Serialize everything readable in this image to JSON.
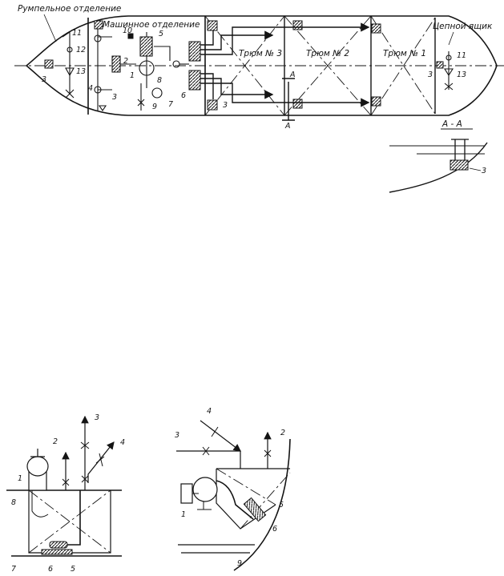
{
  "colors": {
    "ink": "#141414",
    "paper": "#ffffff",
    "hatch": "#3a3a3a"
  },
  "main_plan": {
    "compartments": {
      "steering": "Румпельное отделение",
      "engine": "Машинное отделение",
      "hold3": "Трюм № 3",
      "hold2": "Трюм № 2",
      "hold1": "Трюм № 1",
      "chain_locker": "Цепной ящик"
    },
    "numbers": {
      "n11a": "11",
      "n12": "12",
      "n3a": "3",
      "n13a": "13",
      "n10": "10",
      "n5": "5",
      "n2": "2",
      "n1": "1",
      "n8": "8",
      "n4": "4",
      "n3b": "3",
      "n6": "6",
      "n9": "9",
      "n7": "7",
      "n3c": "3",
      "n3d": "3",
      "n11b": "11",
      "n13b": "13"
    },
    "section_marks": {
      "top": "А",
      "bottom": "А"
    }
  },
  "section_view": {
    "title": "А - А",
    "number": "3"
  },
  "detail_left": {
    "numbers": {
      "n1": "1",
      "n2": "2",
      "n3": "3",
      "n4": "4",
      "n5": "5",
      "n6": "6",
      "n7": "7",
      "n8": "8"
    }
  },
  "detail_right": {
    "numbers": {
      "n1": "1",
      "n2": "2",
      "n3": "3",
      "n4": "4",
      "n5": "5",
      "n6": "6",
      "n9": "9"
    }
  }
}
